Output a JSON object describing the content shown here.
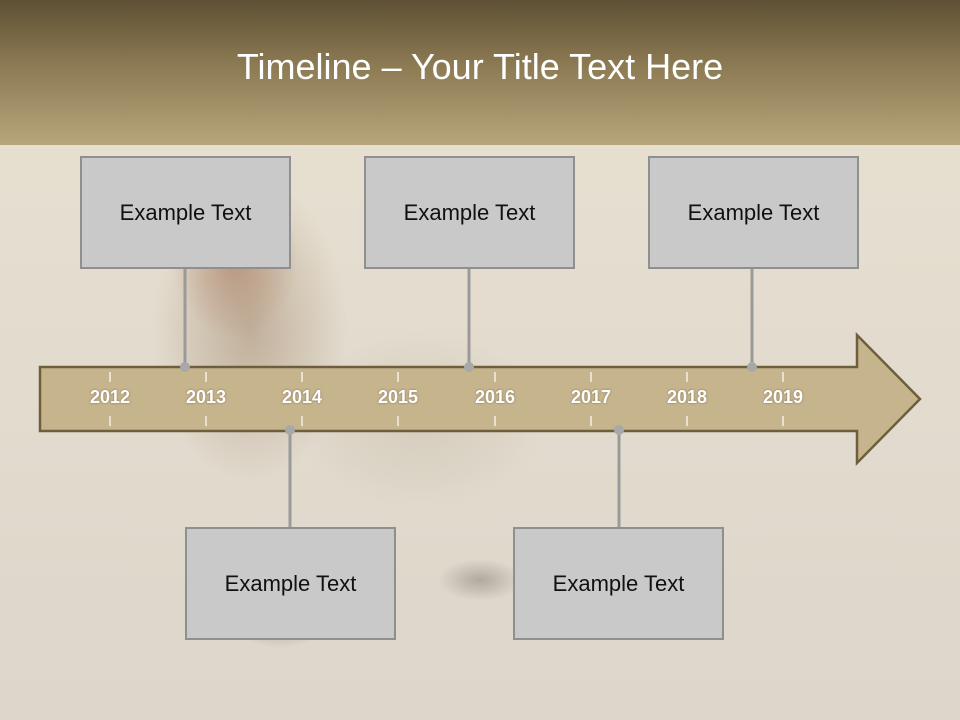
{
  "slide": {
    "title": "Timeline – Your Title Text Here"
  },
  "timeline": {
    "years": [
      "2012",
      "2013",
      "2014",
      "2015",
      "2016",
      "2017",
      "2018",
      "2019"
    ],
    "events": [
      {
        "text": "Example Text"
      },
      {
        "text": "Example Text"
      },
      {
        "text": "Example Text"
      },
      {
        "text": "Example Text"
      },
      {
        "text": "Example Text"
      }
    ]
  },
  "colors": {
    "arrow_fill": "#c6b48c",
    "arrow_stroke": "#6e5e3e",
    "header_dark": "#5e5034",
    "box_fill": "#c9c9c9",
    "connector": "#9a9a9a"
  }
}
